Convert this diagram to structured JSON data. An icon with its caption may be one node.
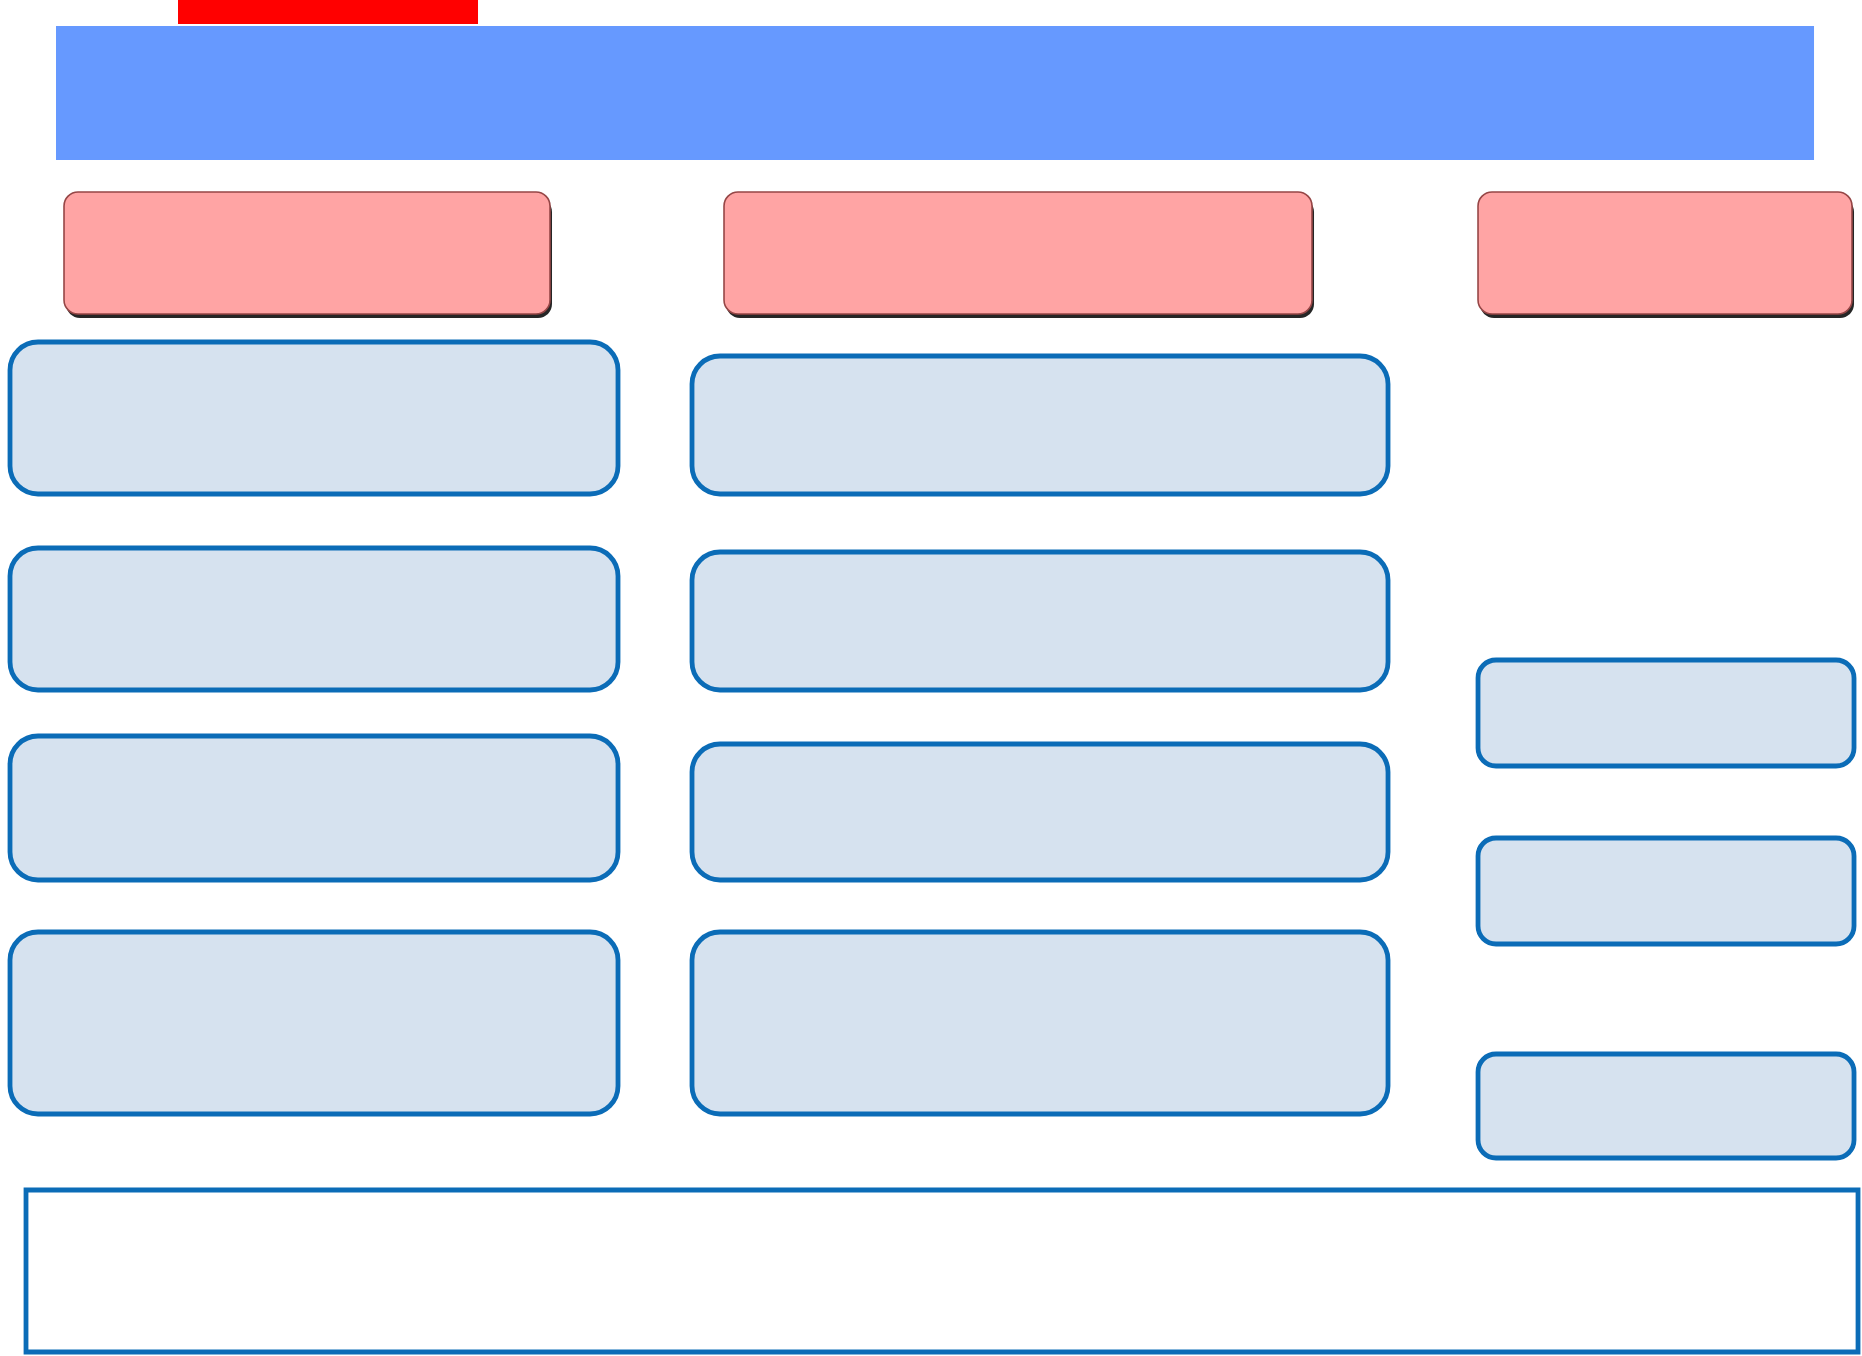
{
  "diagram": {
    "nodes": [
      {
        "text": [],
        "shape": "box"
      },
      {
        "text": [],
        "shape": "box"
      },
      {
        "text": [],
        "shape": "box"
      },
      {
        "text": [],
        "shape": "box"
      },
      {
        "text": [],
        "shape": "box"
      },
      {
        "text": [],
        "shape": "box"
      },
      {
        "text": [],
        "shape": "box"
      },
      {
        "text": [],
        "shape": "box"
      },
      {
        "text": [],
        "shape": "box"
      },
      {
        "text": [],
        "shape": "box"
      },
      {
        "text": [],
        "shape": "box"
      },
      {
        "text": [],
        "shape": "box"
      },
      {
        "text": [],
        "shape": "box"
      },
      {
        "text": [],
        "shape": "box"
      },
      {
        "text": [],
        "shape": "box"
      },
      {
        "text": [],
        "shape": "box"
      },
      {
        "text": [],
        "shape": "box"
      }
    ]
  }
}
